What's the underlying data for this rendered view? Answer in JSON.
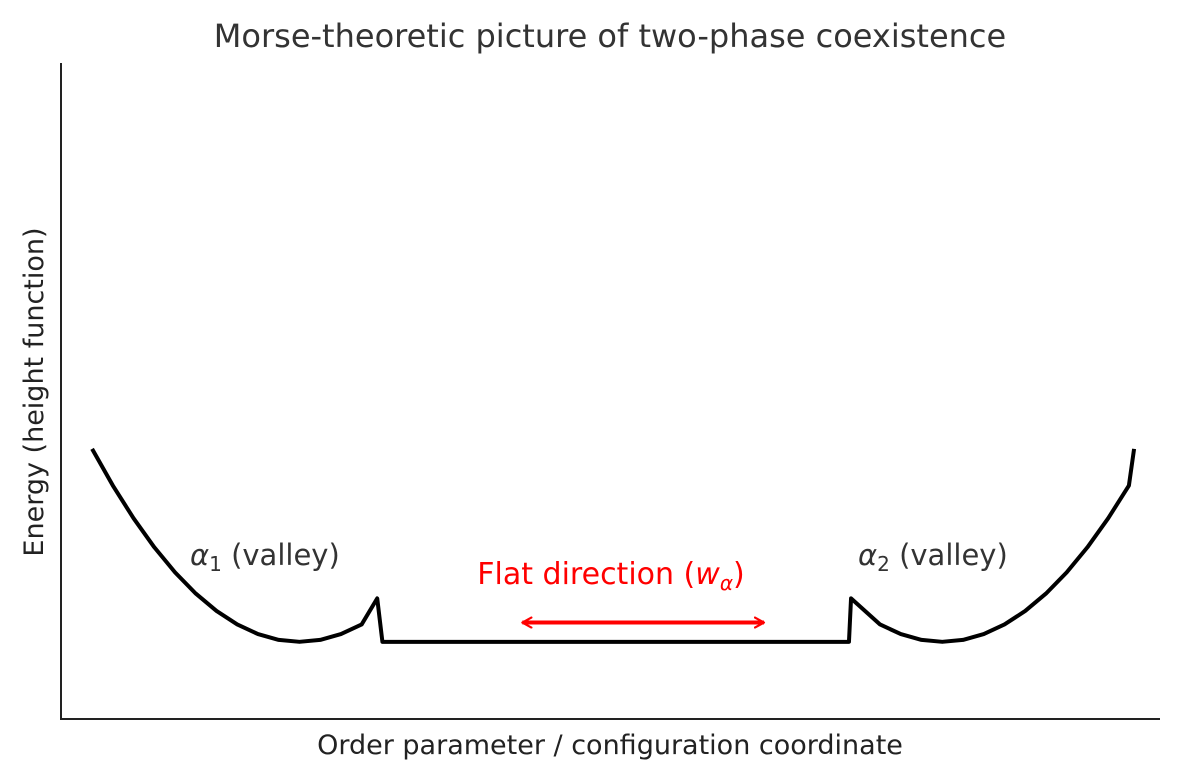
{
  "chart_data": {
    "type": "line",
    "title": "Morse-theoretic picture of two-phase coexistence",
    "xlabel": "Order parameter / configuration coordinate",
    "ylabel": "Energy (height function)",
    "xticks": "none",
    "yticks": "none",
    "grid": false,
    "series": [
      {
        "description": "energy landscape",
        "color": "#000000",
        "points": [
          [
            -3.0,
            4.0
          ],
          [
            -2.8,
            3.24
          ],
          [
            -2.6,
            2.56
          ],
          [
            -2.4,
            1.96
          ],
          [
            -2.2,
            1.44
          ],
          [
            -2.0,
            1.0
          ],
          [
            -1.8,
            0.64
          ],
          [
            -1.6,
            0.36
          ],
          [
            -1.4,
            0.16
          ],
          [
            -1.2,
            0.04
          ],
          [
            -1.0,
            0.0
          ],
          [
            -0.8,
            0.04
          ],
          [
            -0.6,
            0.16
          ],
          [
            -0.4,
            0.36
          ],
          [
            -0.25,
            0.9
          ],
          [
            -0.2,
            0.0
          ],
          [
            1.0,
            0.0
          ],
          [
            2.0,
            0.0
          ],
          [
            3.0,
            0.0
          ],
          [
            4.3,
            0.0
          ],
          [
            4.32,
            0.9
          ],
          [
            4.6,
            0.36
          ],
          [
            4.8,
            0.16
          ],
          [
            5.0,
            0.04
          ],
          [
            5.2,
            0.0
          ],
          [
            5.4,
            0.04
          ],
          [
            5.6,
            0.16
          ],
          [
            5.8,
            0.36
          ],
          [
            6.0,
            0.64
          ],
          [
            6.2,
            1.0
          ],
          [
            6.4,
            1.44
          ],
          [
            6.6,
            1.96
          ],
          [
            6.8,
            2.56
          ],
          [
            7.0,
            3.24
          ],
          [
            7.05,
            4.0
          ]
        ]
      }
    ],
    "annotations": [
      {
        "id": "alpha1",
        "symbol": "α",
        "subscript": "1",
        "text": " (valley)"
      },
      {
        "id": "alpha2",
        "symbol": "α",
        "subscript": "2",
        "text": " (valley)"
      },
      {
        "id": "flat",
        "prefix": "Flat direction (",
        "symbol": "w",
        "subscript": "α",
        "suffix": ")",
        "color": "#ff0000"
      }
    ],
    "arrow": {
      "from_x": 1.15,
      "to_x": 3.48,
      "y": 0.4,
      "style": "double-headed",
      "color": "#ff0000"
    },
    "xlim": [
      -3.3,
      7.3
    ],
    "ylim": [
      -1.6,
      12.0
    ]
  }
}
